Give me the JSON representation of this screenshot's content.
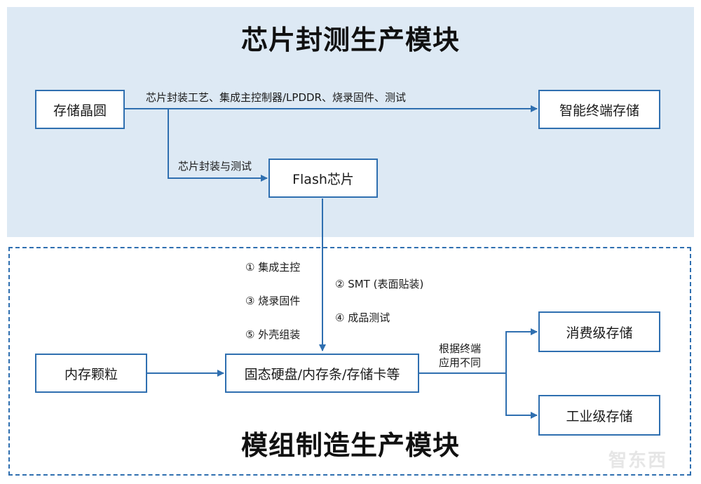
{
  "top_section": {
    "title": "芯片封测生产模块"
  },
  "bottom_section": {
    "title": "模组制造生产模块"
  },
  "nodes": {
    "wafer": "存储晶圆",
    "smart_storage": "智能终端存储",
    "flash": "Flash芯片",
    "dram": "内存颗粒",
    "modules": "固态硬盘/内存条/存储卡等",
    "consumer": "消费级存储",
    "industrial": "工业级存储"
  },
  "edge_labels": {
    "wafer_to_smart": "芯片封装工艺、集成主控制器/LPDDR、烧录固件、测试",
    "wafer_to_flash": "芯片封装与测试",
    "modules_branch_line1": "根据终端",
    "modules_branch_line2": "应用不同"
  },
  "process_steps": {
    "step1": "① 集成主控",
    "step2": "② SMT (表面贴装)",
    "step3": "③ 烧录固件",
    "step4": "④ 成品测试",
    "step5": "⑤ 外壳组装"
  },
  "watermark": "智东西",
  "colors": {
    "accent": "#2f6fb0",
    "top_panel_bg": "#dde9f4"
  }
}
